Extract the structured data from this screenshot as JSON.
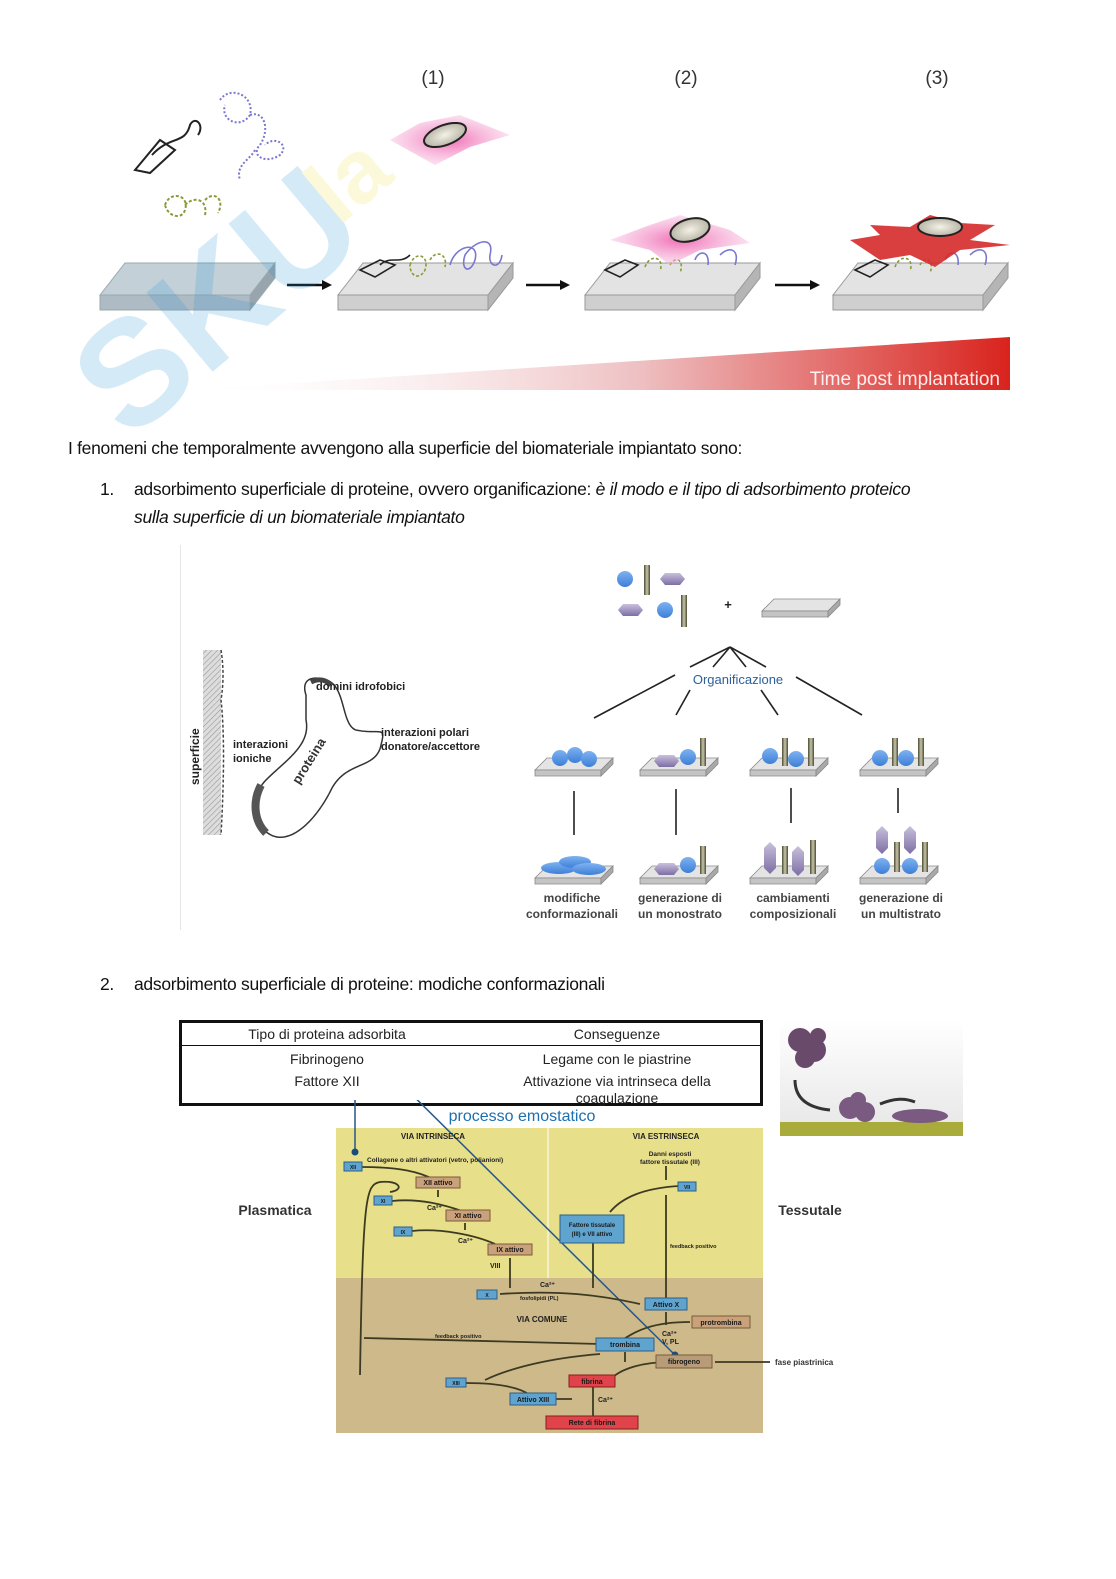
{
  "figure1": {
    "stage_labels": [
      "(1)",
      "(2)",
      "(3)"
    ],
    "time_bar_label": "Time post implantation",
    "colors": {
      "time_bar": "#d9231d",
      "cell_stage1": "#f06fb5",
      "cell_stage3": "#d62a2a",
      "slab": "#cfd3d6"
    }
  },
  "intro_text": "I fenomeni che temporalmente avvengono alla superficie del biomateriale impiantato sono:",
  "list": [
    {
      "number": "1.",
      "text_plain": "adsorbimento superficiale di proteine, ovvero organificazione: ",
      "text_italic_line1": "è il modo e il tipo di adsorbimento proteico",
      "text_italic_line2": "sulla superficie di un biomateriale impiantato"
    },
    {
      "number": "2.",
      "text_plain": "adsorbimento superficiale di proteine: modiche conformazionali"
    }
  ],
  "figure2": {
    "left": {
      "surface_label": "superficie",
      "protein_label": "proteina",
      "hydrophobic_label": "domini idrofobici",
      "ionic_label_line1": "interazioni",
      "ionic_label_line2": "ioniche",
      "polar_label_line1": "interazioni polari",
      "polar_label_line2": "donatore/accettore"
    },
    "right": {
      "plus": "+",
      "center_label": "Organificazione",
      "outcomes": [
        {
          "line1": "modifiche",
          "line2": "conformazionali"
        },
        {
          "line1": "generazione di",
          "line2": "un monostrato"
        },
        {
          "line1": "cambiamenti",
          "line2": "composizionali"
        },
        {
          "line1": "generazione di",
          "line2": "un multistrato"
        }
      ]
    }
  },
  "table": {
    "headers": [
      "Tipo di proteina adsorbita",
      "Conseguenze"
    ],
    "rows": [
      [
        "Fibrinogeno",
        "Legame con le piastrine"
      ],
      [
        "Fattore XII",
        "Attivazione via intrinseca della"
      ]
    ],
    "row2_cont": "coagulazione"
  },
  "coag": {
    "title": "processo emostatico",
    "side_left": "Plasmatica",
    "side_right": "Tessutale",
    "via_intrinseca": "VIA INTRINSECA",
    "via_estrinseca": "VIA ESTRINSECA",
    "via_comune": "VIA COMUNE",
    "collagen_text": "Collagene o altri attivatori (vetro, polianioni)",
    "danni_line1": "Danni esposti",
    "danni_line2": "fattore tissutale (III)",
    "xii_box": "XII",
    "xii_active": "XII attivo",
    "xi_box": "XI",
    "xi_active": "XI attivo",
    "ix_box": "IX",
    "ix_active": "IX attivo",
    "viii": "VIII",
    "vii_box": "VII",
    "tf_line1": "Fattore tissutale",
    "tf_line2": "(III) e VII attivo",
    "feedback_right": "feedback positivo",
    "feedback_left": "feedback positivo",
    "x_box": "X",
    "ca": "Ca²⁺",
    "phospholipids": "fosfolipidi (PL)",
    "attivo_x": "Attivo X",
    "protrombina": "protrombina",
    "ca_v_pl_line1": "Ca²⁺",
    "ca_v_pl_line2": "V, PL",
    "trombina": "trombina",
    "fibrogeno": "fibrogeno",
    "fase_piastrinica": "fase piastrinica",
    "xiii_box": "XIII",
    "attivo_xiii": "Attivo XIII",
    "fibrina": "fibrina",
    "rete_fibrina": "Rete di fibrina",
    "colors": {
      "top_band": "#e8df8a",
      "bottom_band": "#cdb98a",
      "blue_box": "#5fa3cf",
      "tan_box": "#c9a27c",
      "red_box": "#e0434a",
      "title": "#1c6fb0"
    }
  }
}
